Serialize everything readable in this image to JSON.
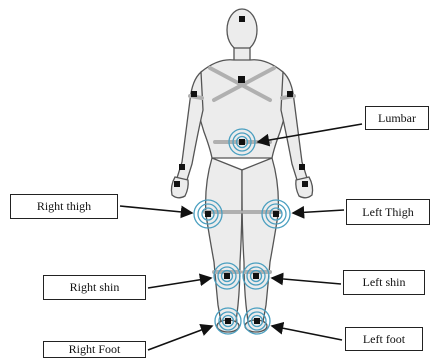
{
  "labels": {
    "lumbar": "Lumbar",
    "right_thigh": "Right thigh",
    "left_thigh": "Left Thigh",
    "right_shin": "Right shin",
    "left_shin": "Left shin",
    "right_foot": "Right Foot",
    "left_foot": "Left foot"
  },
  "colors": {
    "sensor_ring": "#4a9fc0",
    "body_outline": "#555555",
    "body_fill": "#ececec",
    "strap": "#b0b0b0",
    "sensor": "#111111"
  }
}
